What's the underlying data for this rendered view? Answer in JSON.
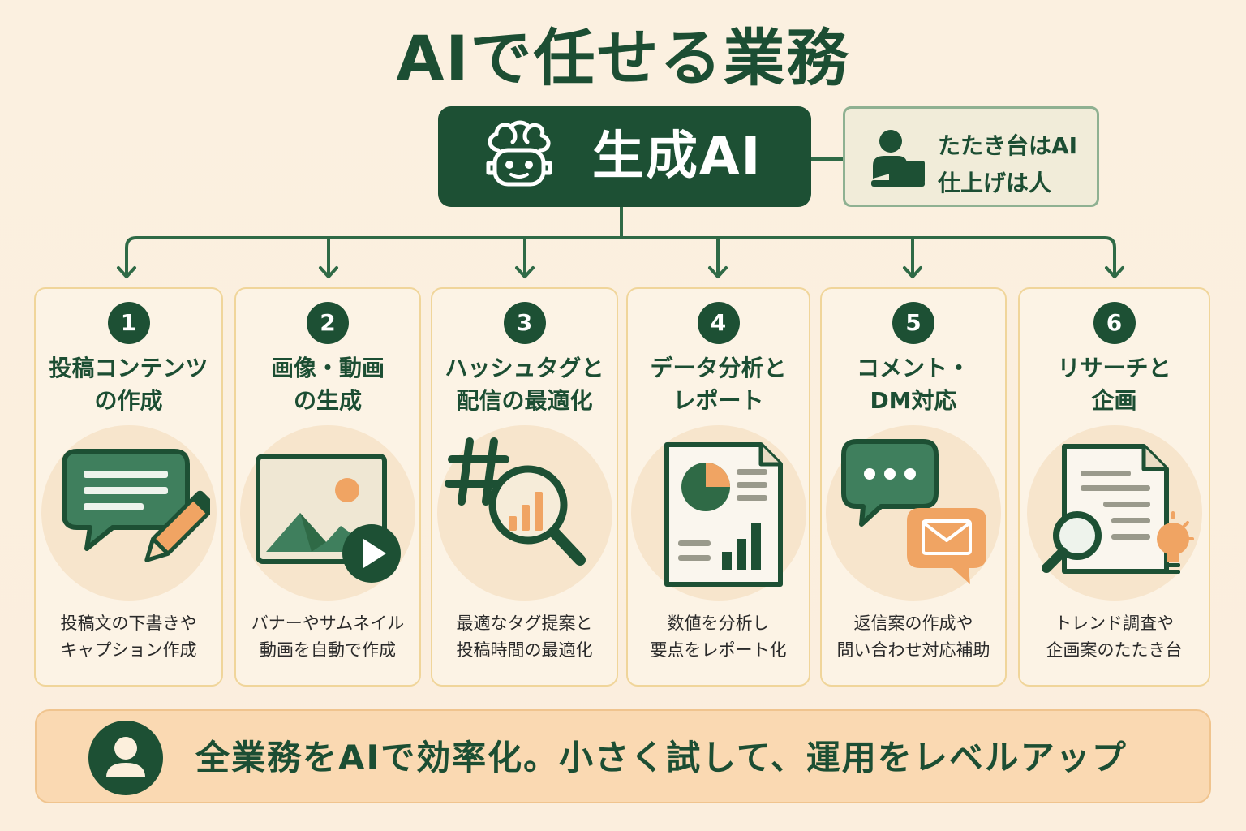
{
  "title": "AIで任せる業務",
  "center": {
    "label": "生成AI",
    "icon": "ai-brain-robot-icon"
  },
  "note": {
    "line1": "たたき台はAI",
    "line2": "仕上げは人",
    "icon": "person-laptop-icon"
  },
  "cards": [
    {
      "num": "1",
      "title1": "投稿コンテンツ",
      "title2": "の作成",
      "desc1": "投稿文の下書きや",
      "desc2": "キャプション作成",
      "icon": "chat-bubble-pencil-icon"
    },
    {
      "num": "2",
      "title1": "画像・動画",
      "title2": "の生成",
      "desc1": "バナーやサムネイル",
      "desc2": "動画を自動で作成",
      "icon": "image-play-icon"
    },
    {
      "num": "3",
      "title1": "ハッシュタグと",
      "title2": "配信の最適化",
      "desc1": "最適なタグ提案と",
      "desc2": "投稿時間の最適化",
      "icon": "hashtag-search-icon"
    },
    {
      "num": "4",
      "title1": "データ分析と",
      "title2": "レポート",
      "desc1": "数値を分析し",
      "desc2": "要点をレポート化",
      "icon": "report-chart-icon"
    },
    {
      "num": "5",
      "title1": "コメント・",
      "title2": "DM対応",
      "desc1": "返信案の作成や",
      "desc2": "問い合わせ対応補助",
      "icon": "chat-mail-icon"
    },
    {
      "num": "6",
      "title1": "リサーチと",
      "title2": "企画",
      "desc1": "トレンド調査や",
      "desc2": "企画案のたたき台",
      "icon": "document-search-bulb-icon"
    }
  ],
  "bottom": {
    "text": "全業務をAIで効率化。小さく試して、運用をレベルアップ",
    "icon": "user-icon"
  },
  "colors": {
    "dark_green": "#1d5034",
    "mid_green": "#3f7f5d",
    "orange": "#f0a463",
    "cream": "#fbf0e0",
    "card_border": "#f0d59a"
  }
}
